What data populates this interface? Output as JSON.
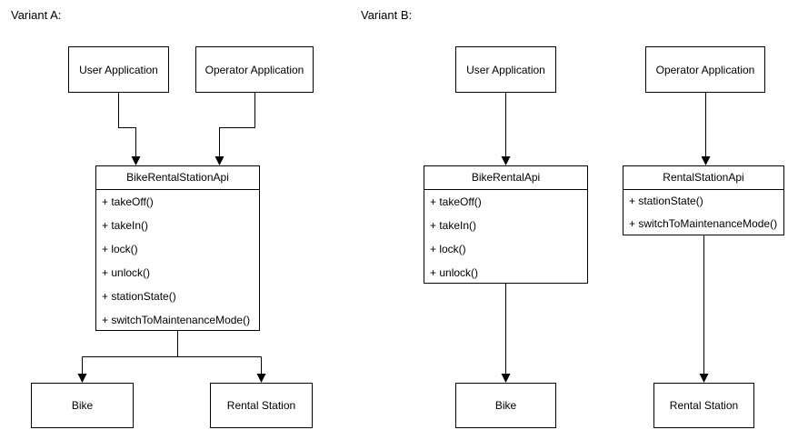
{
  "variant_a": {
    "label": "Variant A:",
    "user_app": "User Application",
    "operator_app": "Operator Application",
    "api": {
      "title": "BikeRentalStationApi",
      "methods": [
        "+ takeOff()",
        "+ takeIn()",
        "+ lock()",
        "+ unlock()",
        "+ stationState()",
        "+ switchToMaintenanceMode()"
      ]
    },
    "bike": "Bike",
    "rental_station": "Rental Station"
  },
  "variant_b": {
    "label": "Variant B:",
    "user_app": "User Application",
    "operator_app": "Operator Application",
    "bike_api": {
      "title": "BikeRentalApi",
      "methods": [
        "+ takeOff()",
        "+ takeIn()",
        "+ lock()",
        "+ unlock()"
      ]
    },
    "station_api": {
      "title": "RentalStationApi",
      "methods": [
        "+ stationState()",
        "+ switchToMaintenanceMode()"
      ]
    },
    "bike": "Bike",
    "rental_station": "Rental Station"
  },
  "colors": {
    "stroke": "#000000",
    "fill": "#ffffff",
    "text": "#000000",
    "background": "#ffffff"
  }
}
